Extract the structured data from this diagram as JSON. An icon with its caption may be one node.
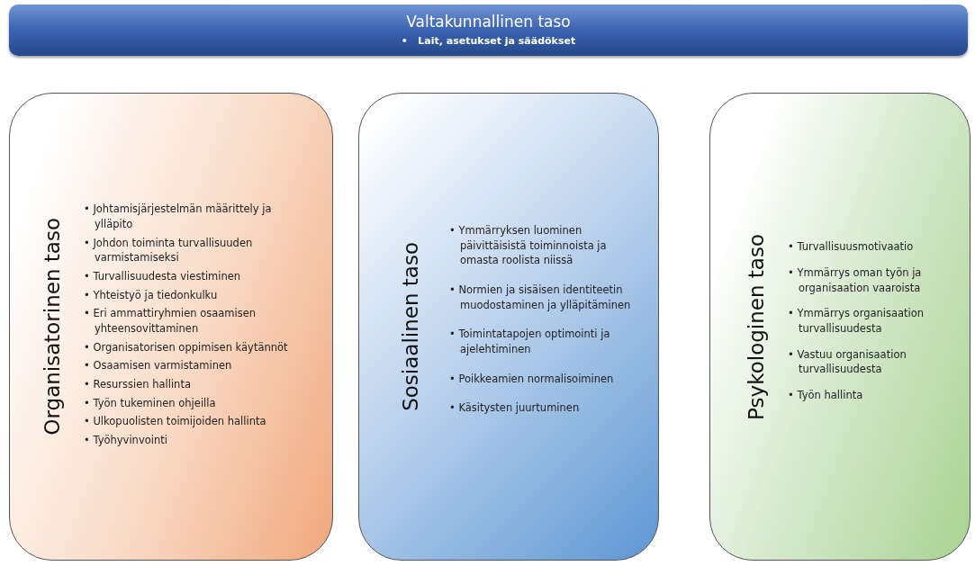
{
  "diagram": {
    "nodes": [
      {
        "text": [
          "Valtakunnallinen taso",
          "•   Lait, asetukset ja säädökset"
        ]
      },
      {
        "text": [
          "Organisatorinen taso",
          "• Johtamisjärjestelmän määrittely ja ylläpito",
          "• Johdon toiminta turvallisuuden varmistamiseksi",
          "• Turvallisuudesta viestiminen",
          "• Yhteistyö ja tiedonkulku",
          "• Eri ammattiryhmien osaamisen yhteensovittaminen",
          "• Organisatorisen oppimisen käytännöt",
          "• Osaamisen varmistaminen",
          "• Resurssien hallinta",
          "• Työn tukeminen ohjeilla",
          "• Ulkopuolisten toimijoiden hallinta",
          "• Työhyvinvointi"
        ]
      },
      {
        "text": [
          "Sosiaalinen taso",
          "• Ymmärryksen luominen päivittäisistä toiminnoista ja omasta roolista niissä",
          "• Normien ja sisäisen identiteetin muodostaminen ja ylläpitäminen",
          "• Toimintatapojen optimointi ja ajelehtiminen",
          "• Poikkeamien normalisoiminen",
          "• Käsitysten juurtuminen"
        ]
      },
      {
        "text": [
          "Psykologinen taso",
          "• Turvallisuusmotivaatio",
          "• Ymmärrys oman työn ja organisaation vaaroista",
          "• Ymmärrys organisaation turvallisuudesta",
          "• Vastuu organisaation turvallisuudesta",
          "• Työn hallinta"
        ]
      }
    ]
  }
}
